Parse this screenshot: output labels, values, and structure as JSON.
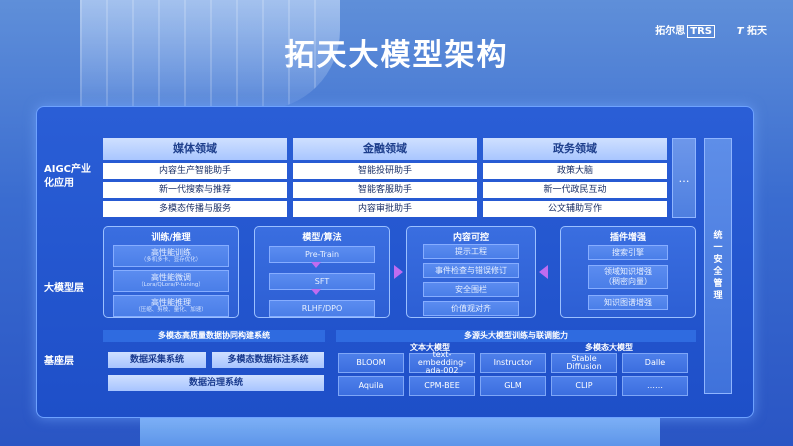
{
  "header": {
    "logo_left_text": "拓尔思",
    "logo_left_box": "TRS",
    "logo_right": "拓天",
    "title": "拓天大模型架构"
  },
  "rows": {
    "aigc": "AIGC产业\n化应用",
    "llm": "大模型层",
    "base": "基座层"
  },
  "domains": [
    {
      "title": "媒体领域",
      "items": [
        "内容生产智能助手",
        "新一代搜索与推荐",
        "多模态传播与服务"
      ]
    },
    {
      "title": "金融领域",
      "items": [
        "智能投研助手",
        "智能客服助手",
        "内容审批助手"
      ]
    },
    {
      "title": "政务领域",
      "items": [
        "政策大脑",
        "新一代政民互动",
        "公文辅助写作"
      ]
    }
  ],
  "more": "…",
  "side": "统一安全管理",
  "training": {
    "title": "训练/推理",
    "items": [
      {
        "label": "高性能训练",
        "sub": "（多机多卡、显存优化）"
      },
      {
        "label": "高性能微调",
        "sub": "（Lora/QLora/P-tuning）"
      },
      {
        "label": "高性能推理",
        "sub": "（压缩、剪枝、量化、加速）"
      }
    ]
  },
  "algo": {
    "title": "模型/算法",
    "items": [
      "Pre-Train",
      "SFT",
      "RLHF/DPO"
    ]
  },
  "control": {
    "title": "内容可控",
    "items": [
      "提示工程",
      "事件检查与错误修订",
      "安全围栏",
      "价值观对齐"
    ]
  },
  "plugin": {
    "title": "插件增强",
    "items": [
      "搜索引擎",
      "领域知识增强\n（稠密向量）",
      "知识图谱增强"
    ]
  },
  "base": {
    "band_left": "多模态高质量数据协同构建系统",
    "band_right": "多源头大模型训练与联调能力",
    "btn_collect": "数据采集系统",
    "btn_label": "多模态数据标注系统",
    "btn_govern": "数据治理系统",
    "text_models_head": "文本大模型",
    "multi_models_head": "多模态大模型",
    "models_row1": [
      "BLOOM",
      "text-embedding-\nada-002",
      "Instructor",
      "Stable\nDiffusion",
      "Dalle"
    ],
    "models_row2": [
      "Aquila",
      "CPM-BEE",
      "GLM",
      "CLIP",
      "……"
    ]
  },
  "colors": {
    "accent": "#2a55c4",
    "arrow": "#c06cf0",
    "head": "#1d3e8c"
  }
}
